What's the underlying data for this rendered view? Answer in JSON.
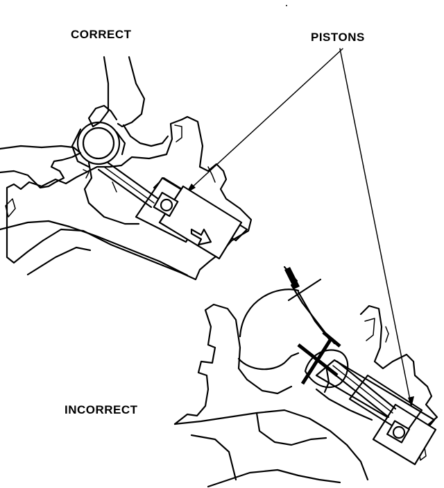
{
  "labels": {
    "correct": "CORRECT",
    "pistons": "PISTONS",
    "incorrect": "INCORRECT"
  },
  "colors": {
    "ink": "#000000",
    "background": "#ffffff"
  }
}
